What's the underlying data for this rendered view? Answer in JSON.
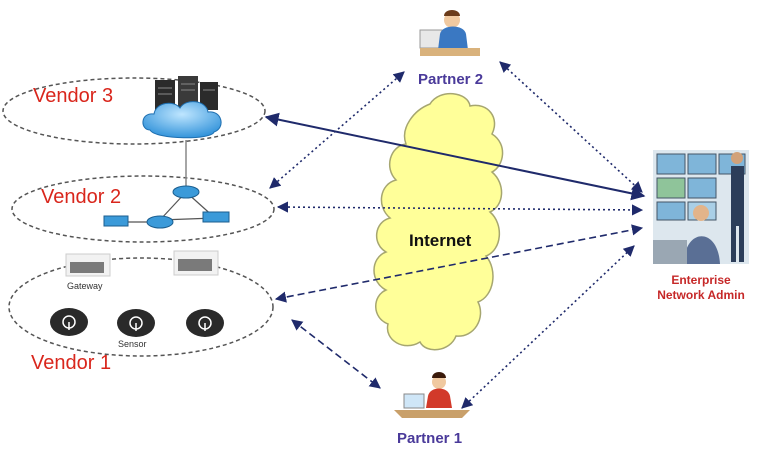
{
  "labels": {
    "vendor3": "Vendor 3",
    "vendor2": "Vendor 2",
    "vendor1": "Vendor 1",
    "partner1": "Partner 1",
    "partner2": "Partner 2",
    "internet": "Internet",
    "admin_line1": "Enterprise",
    "admin_line2": "Network Admin",
    "gateway": "Gateway",
    "sensor": "Sensor"
  },
  "colors": {
    "vendor_text": "#d9261c",
    "partner_text": "#4a3a9a",
    "admin_text": "#c62828",
    "cloud_fill": "#ffff99",
    "connector": "#1f2a6b"
  },
  "icons": {
    "vendor3": "server-cloud-icon",
    "vendor2": "router-network-icon",
    "vendor1_gateways": "gateway-device-icon",
    "vendor1_sensors": "sensor-icon",
    "partners": "person-at-desk-icon",
    "admin": "network-operations-center-icon"
  }
}
